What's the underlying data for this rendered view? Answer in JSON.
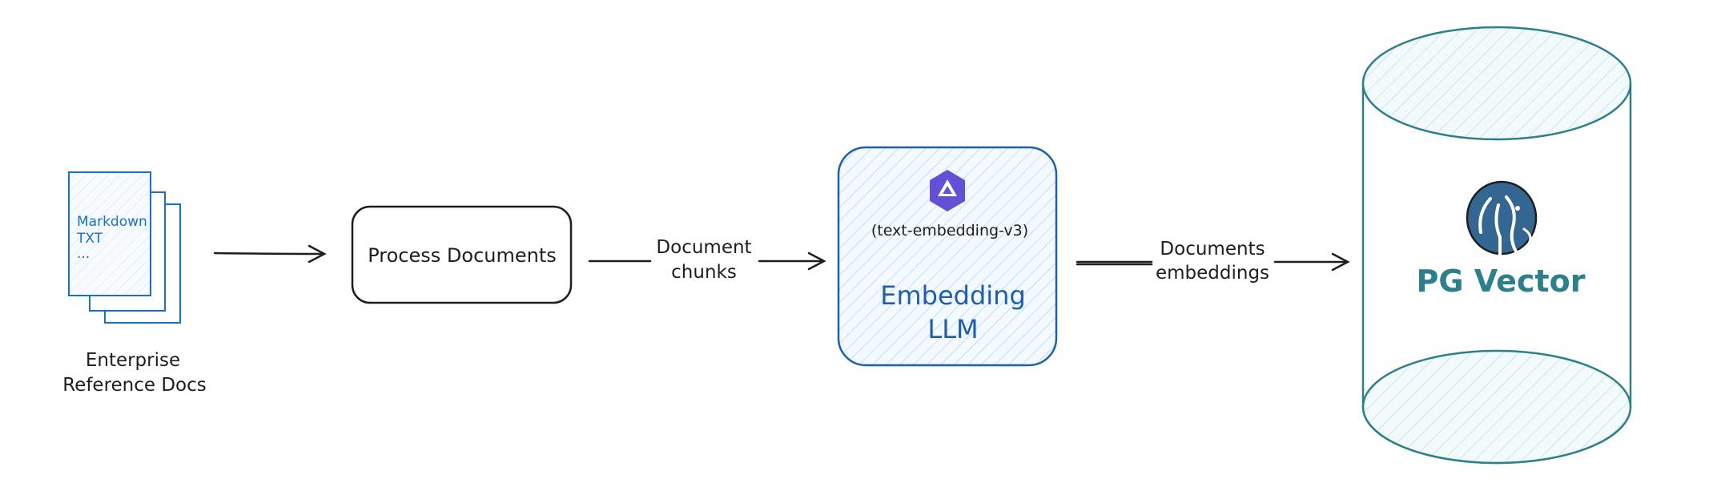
{
  "docs": {
    "lines": [
      "Markdown",
      "TXT",
      "..."
    ],
    "caption": [
      "Enterprise",
      "Reference Docs"
    ]
  },
  "process": {
    "label": "Process Documents"
  },
  "edge_chunks": {
    "label": [
      "Document",
      "chunks"
    ]
  },
  "embedding": {
    "model": "(text-embedding-v3)",
    "title": [
      "Embedding",
      "LLM"
    ],
    "logo_icon": "qwen-logo-icon"
  },
  "edge_embeddings": {
    "label": [
      "Documents",
      "embeddings"
    ]
  },
  "vector_db": {
    "label": "PG Vector",
    "logo_icon": "postgresql-elephant-icon"
  },
  "colors": {
    "ink": "#1e1e1e",
    "doc_blue": "#1971c2",
    "embed_blue": "#1e5fa8",
    "embed_fill": "#e7f5ff",
    "teal": "#2d7f8a",
    "db_fill": "#e3f4f7",
    "qwen": "#6051d6",
    "pg_blue": "#336791"
  }
}
